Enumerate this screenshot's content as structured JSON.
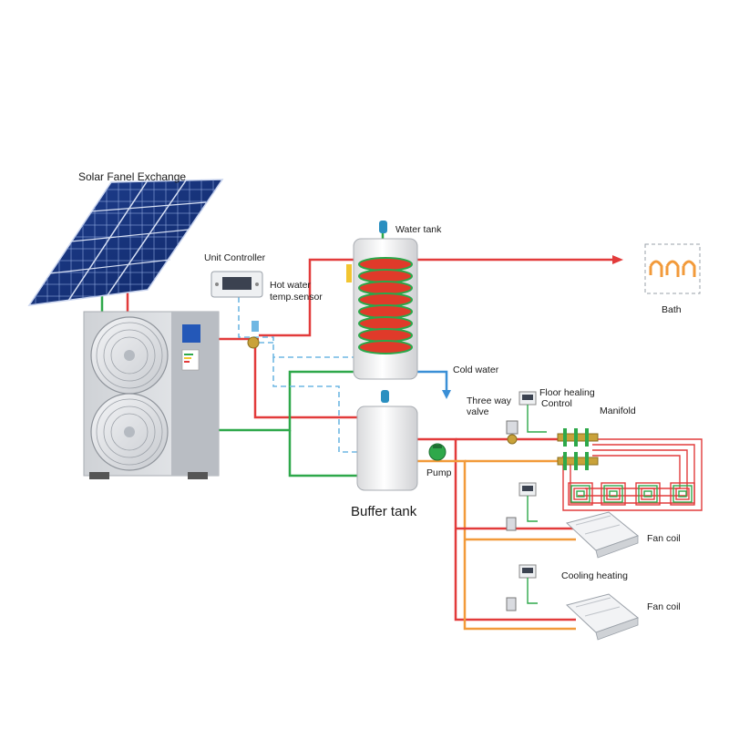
{
  "labels": {
    "solar": "Solar Fanel Exchange",
    "unit_controller": "Unit Controller",
    "hot_water_sensor_line1": "Hot water",
    "hot_water_sensor_line2": "temp.sensor",
    "water_tank": "Water tank",
    "cold_water": "Cold water",
    "bath": "Bath",
    "three_way_line1": "Three way",
    "three_way_line2": "valve",
    "floor_heating_line1": "Floor healing",
    "floor_heating_line2": "Control",
    "manifold": "Manifold",
    "pump": "Pump",
    "buffer_tank": "Buffer tank",
    "fan_coil_1": "Fan coil",
    "cooling_heating": "Cooling heating",
    "fan_coil_2": "Fan coil"
  },
  "colors": {
    "hot_pipe": "#e23b3b",
    "warm_pipe": "#f29a3a",
    "green_pipe": "#2ea84a",
    "signal_line": "#6fb7e3",
    "coil": "#e03a2a",
    "coil_ring": "#2aa84a"
  }
}
